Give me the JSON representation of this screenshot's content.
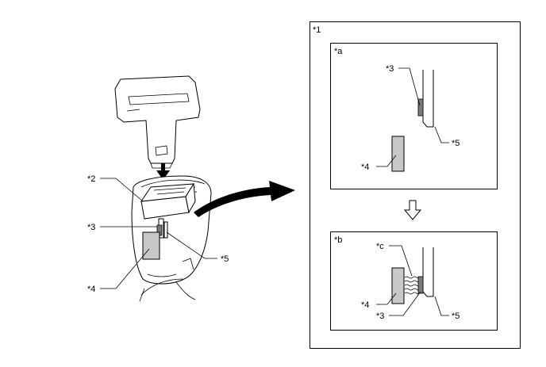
{
  "left_view": {
    "callouts": {
      "c2": "*2",
      "c3": "*3",
      "c4": "*4",
      "c5": "*5"
    }
  },
  "detail_panel": {
    "label": "*1",
    "view_a": {
      "label": "*a",
      "callouts": {
        "c3": "*3",
        "c4": "*4",
        "c5": "*5"
      }
    },
    "view_b": {
      "label": "*b",
      "callouts": {
        "cc": "*c",
        "c3": "*3",
        "c4": "*4",
        "c5": "*5"
      }
    }
  },
  "colors": {
    "stroke": "#000000",
    "gray_block": "#c8c8c8",
    "dark_block": "#7a7a7a",
    "background": "#ffffff"
  },
  "icons": {
    "insert_arrow": "down-arrow-icon",
    "transition_arrow": "hollow-down-arrow-icon",
    "detail_arrow": "curved-arrow-icon",
    "contact_gap": "wavy-gap-icon"
  }
}
